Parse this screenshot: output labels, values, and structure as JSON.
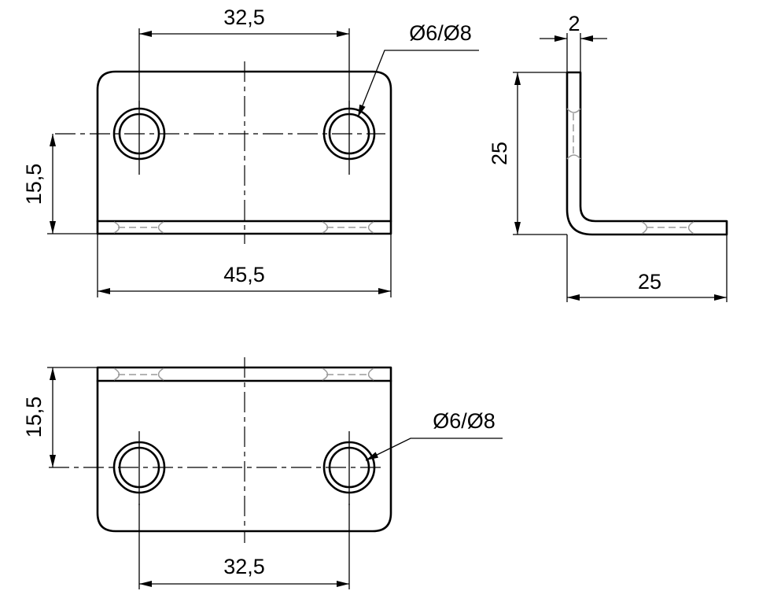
{
  "dimensions": {
    "top_view_hole_spacing": "32,5",
    "top_view_hole_offset": "15,5",
    "top_view_total_width": "45,5",
    "top_view_hole_callout": "Ø6/Ø8",
    "side_view_thickness": "2",
    "side_view_height": "25",
    "side_view_length": "25",
    "bottom_view_hole_offset": "15,5",
    "bottom_view_hole_callout": "Ø6/Ø8",
    "bottom_view_hole_spacing": "32,5"
  }
}
